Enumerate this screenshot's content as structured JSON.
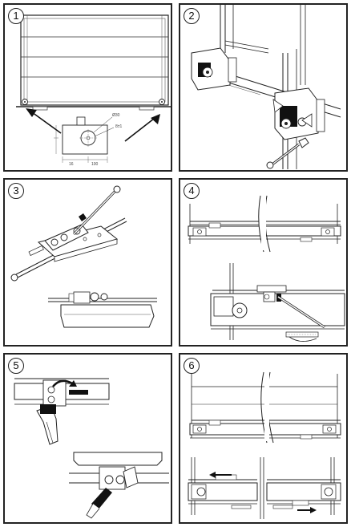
{
  "steps": [
    {
      "number": "1"
    },
    {
      "number": "2"
    },
    {
      "number": "3"
    },
    {
      "number": "4"
    },
    {
      "number": "5"
    },
    {
      "number": "6"
    }
  ],
  "dimensions": {
    "hole_diameter": "Ø30",
    "hole_depth": "8±1",
    "offset_a": "16",
    "offset_b": "100"
  }
}
